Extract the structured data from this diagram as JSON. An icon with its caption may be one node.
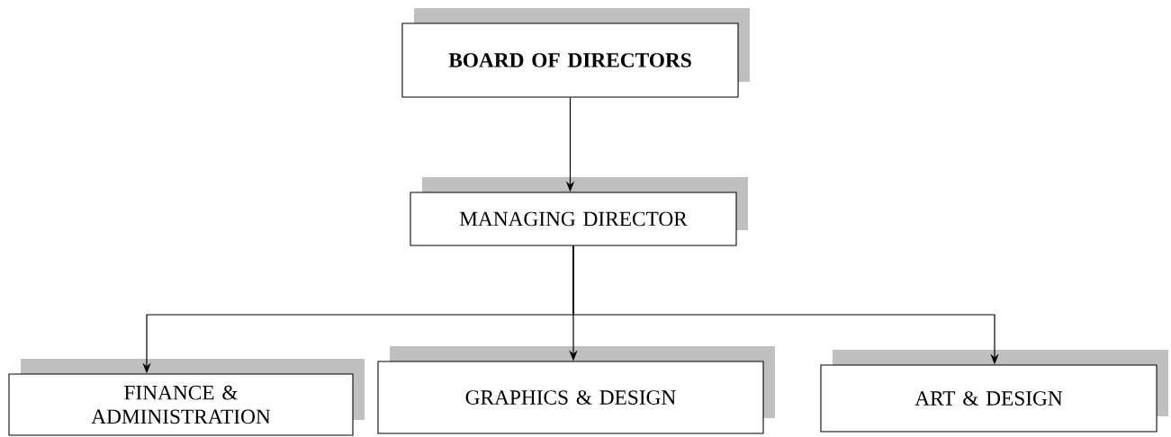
{
  "diagram": {
    "nodes": [
      {
        "text": [
          "BOARD OF DIRECTORS"
        ]
      },
      {
        "text": [
          "MANAGING DIRECTOR"
        ]
      },
      {
        "text": [
          "FINANCE & ADMINISTRATION"
        ]
      },
      {
        "text": [
          "GRAPHICS & DESIGN"
        ]
      },
      {
        "text": [
          "ART & DESIGN"
        ]
      }
    ],
    "edges": [
      {
        "from": 0,
        "to": 1,
        "arrow": "to"
      },
      {
        "from": 1,
        "to": 2,
        "arrow": "to"
      },
      {
        "from": 1,
        "to": 3,
        "arrow": "to"
      },
      {
        "from": 1,
        "to": 4,
        "arrow": "to"
      }
    ]
  }
}
